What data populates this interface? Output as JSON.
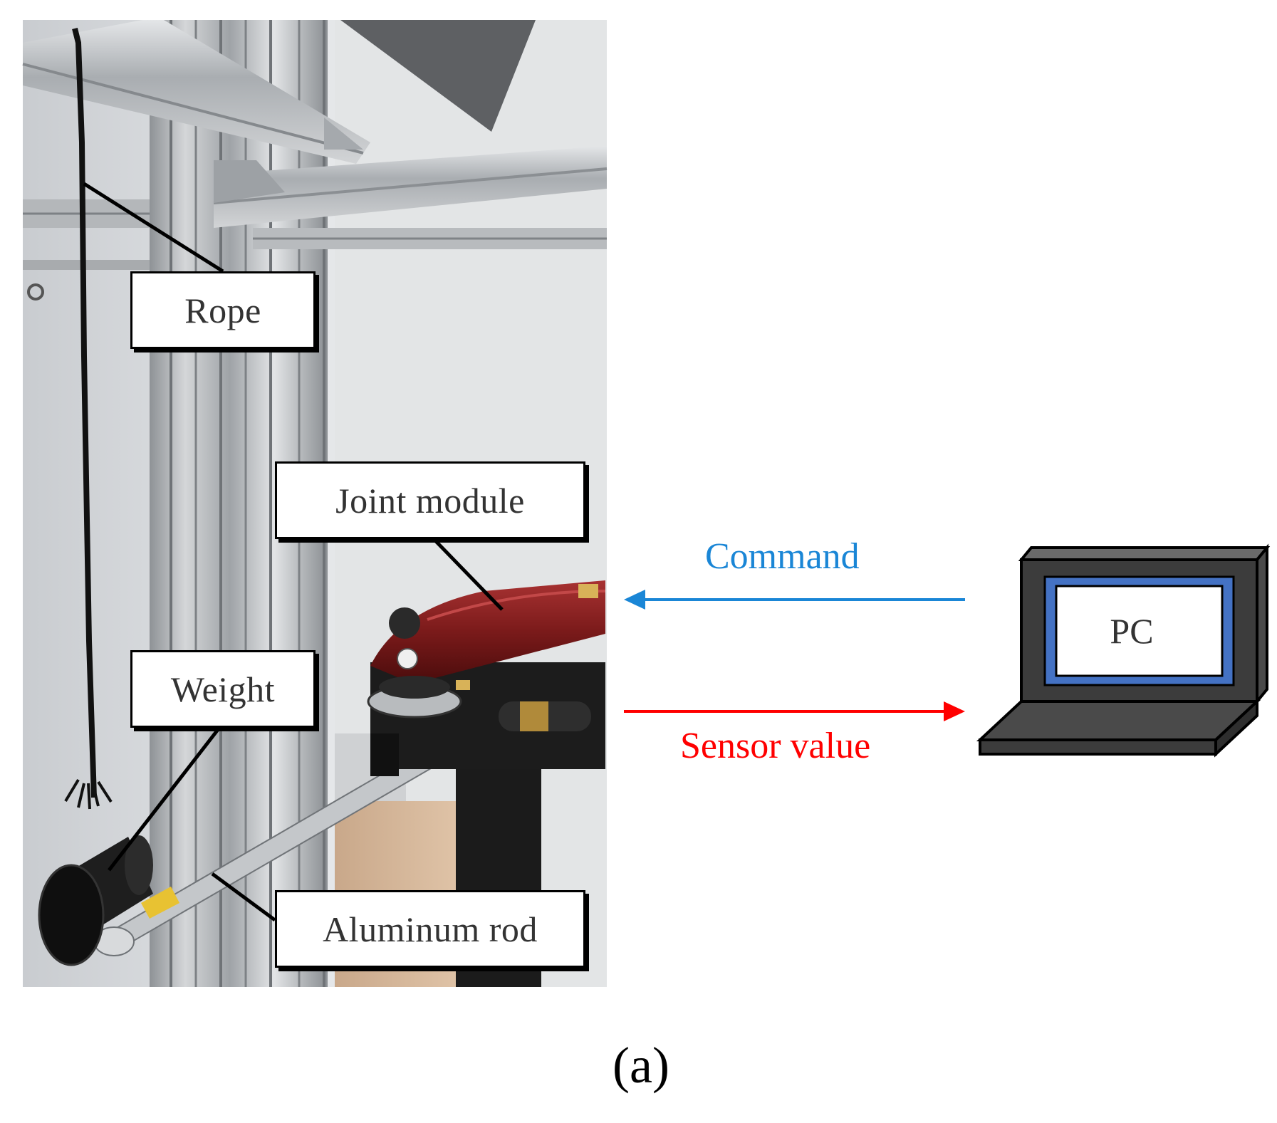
{
  "labels": {
    "rope": "Rope",
    "joint_module": "Joint module",
    "weight": "Weight",
    "aluminum_rod": "Aluminum rod",
    "pc": "PC"
  },
  "arrows": {
    "command": "Command",
    "sensor_value": "Sensor value"
  },
  "caption": "(a)",
  "colors": {
    "command_arrow": "#1a86d6",
    "sensor_arrow": "#ff0000",
    "laptop_body": "#3c3c3c",
    "laptop_screen_border": "#4472c4",
    "joint_module_body": "#7a1a1a"
  }
}
